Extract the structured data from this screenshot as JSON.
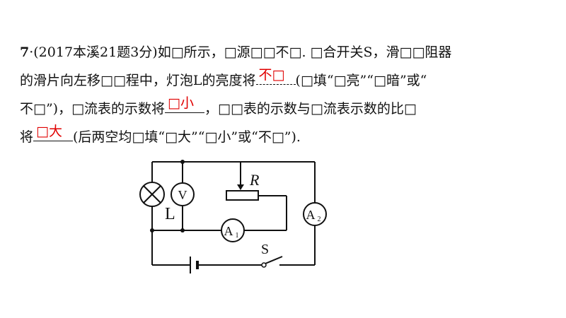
{
  "question": {
    "number": "7",
    "lines": [
      "·(2017本溪21题3分)如□所示，□源□□不□. □合开关S，滑□□阻器",
      "的滑片向左移□□程中，灯泡L的亮度将",
      "(□填“□亮”“□暗”或“",
      "不□”)，□流表的示数将",
      "，□□表的示数与□流表示数的比□",
      "将",
      "(后两空均□填“□大”“□小”或“不□”)."
    ],
    "answers": [
      "不□",
      "□小",
      "□大"
    ]
  },
  "circuit": {
    "lamp_label": "L",
    "voltmeter_label": "V",
    "rheostat_label": "R",
    "ammeter1_label": "A",
    "ammeter1_sub": "1",
    "ammeter2_label": "A",
    "ammeter2_sub": "2",
    "switch_label": "S"
  }
}
